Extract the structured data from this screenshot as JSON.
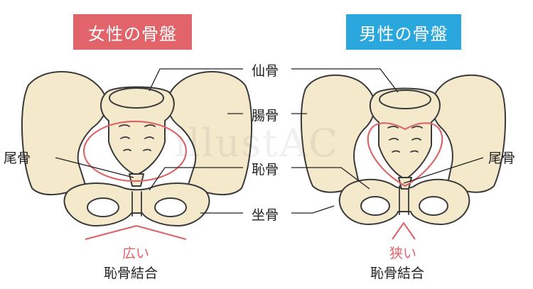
{
  "female": {
    "title": "女性の骨盤",
    "coccyx_label": "尾骨",
    "arch_label": "広い",
    "symphysis_label": "恥骨結合"
  },
  "male": {
    "title": "男性の骨盤",
    "coccyx_label": "尾骨",
    "arch_label": "狭い",
    "symphysis_label": "恥骨結合"
  },
  "center_labels": {
    "sacrum": "仙骨",
    "ilium": "腸骨",
    "pubis": "恥骨",
    "ischium": "坐骨"
  },
  "watermark": "illustAC",
  "colors": {
    "female_accent": "#e0646a",
    "male_accent": "#2aa7dd",
    "bone_fill": "#f5e9cc",
    "outline": "#3a3a3a"
  }
}
